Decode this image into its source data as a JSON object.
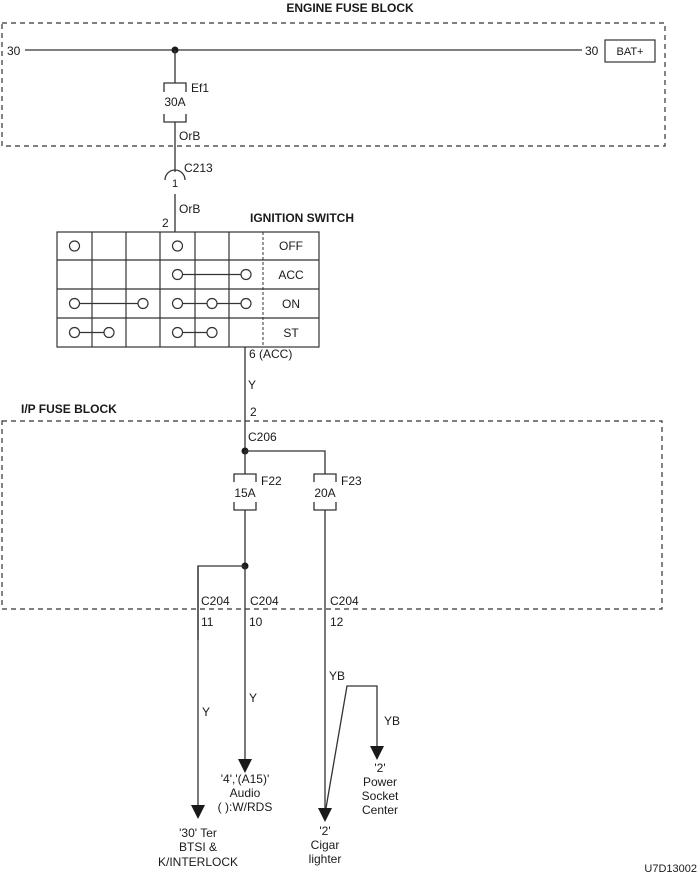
{
  "diagram": {
    "id_label": "U7D13002",
    "engine_fuse_block": {
      "title": "ENGINE FUSE BLOCK",
      "terminal_left": "30",
      "terminal_right": "30",
      "source_label": "BAT+",
      "fuse": {
        "name": "Ef1",
        "rating": "30A"
      },
      "wire_color_out": "OrB"
    },
    "connector_c213": {
      "name": "C213",
      "pin": "1",
      "wire_color": "OrB"
    },
    "ignition_switch": {
      "title": "IGNITION SWITCH",
      "input_pin": "2",
      "output_label": "6 (ACC)",
      "positions": [
        "OFF",
        "ACC",
        "ON",
        "ST"
      ],
      "contacts": [
        {
          "position": "OFF",
          "pins": [
            0,
            3
          ],
          "links": []
        },
        {
          "position": "ACC",
          "pins": [
            3,
            5
          ],
          "links": [
            [
              3,
              5
            ]
          ]
        },
        {
          "position": "ON",
          "pins": [
            0,
            2,
            3,
            4,
            5
          ],
          "links": [
            [
              0,
              2
            ],
            [
              3,
              4
            ],
            [
              4,
              5
            ]
          ]
        },
        {
          "position": "ST",
          "pins": [
            0,
            1,
            3,
            4
          ],
          "links": [
            [
              0,
              1
            ],
            [
              3,
              4
            ]
          ]
        }
      ]
    },
    "wire_acc": {
      "color": "Y",
      "pin_in": "2"
    },
    "ip_fuse_block": {
      "title": "I/P FUSE BLOCK",
      "connector_in": "C206",
      "fuses": [
        {
          "name": "F22",
          "rating": "15A"
        },
        {
          "name": "F23",
          "rating": "20A"
        }
      ],
      "outputs": [
        {
          "connector": "C204",
          "pin": "11"
        },
        {
          "connector": "C204",
          "pin": "10"
        },
        {
          "connector": "C204",
          "pin": "12"
        }
      ]
    },
    "destinations": [
      {
        "wire_color": "Y",
        "lines": [
          "'30' Ter",
          "BTSI &",
          "K/INTERLOCK"
        ]
      },
      {
        "wire_color": "Y",
        "lines": [
          "'4','(A15)'",
          "Audio",
          "(  ):W/RDS"
        ]
      },
      {
        "wire_color": "YB",
        "lines": [
          "'2'",
          "Cigar",
          "lighter"
        ]
      },
      {
        "wire_color": "YB",
        "lines": [
          "'2'",
          "Power",
          "Socket",
          "Center"
        ]
      }
    ]
  }
}
